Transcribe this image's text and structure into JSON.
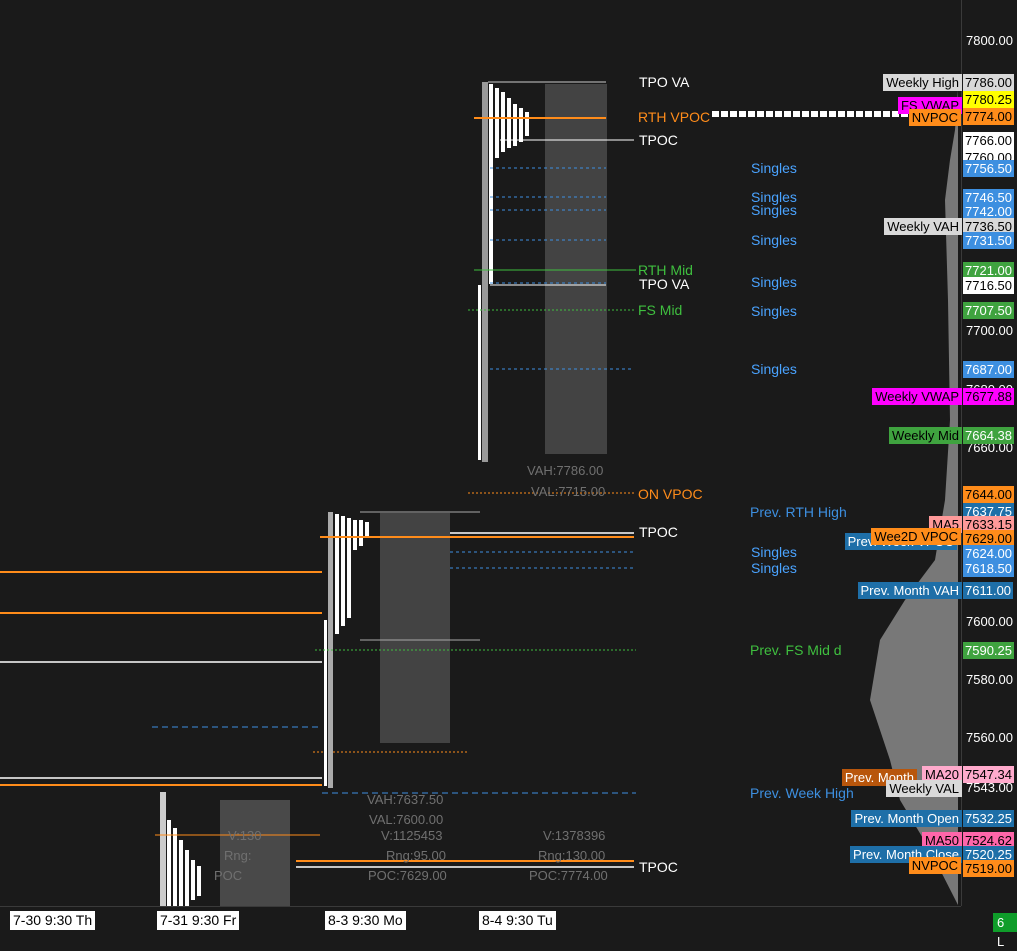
{
  "price_axis": {
    "ticks": [
      "7800.00",
      "7700.00",
      "7680.00",
      "7660.00",
      "7600.00",
      "7580.00",
      "7560.00",
      "7543.00"
    ],
    "tags": [
      {
        "text": "7786.00",
        "bg": "#d9d9d9",
        "fg": "#000000"
      },
      {
        "text": "7780.25",
        "bg": "#ffff00",
        "fg": "#000000"
      },
      {
        "text": "7774.00",
        "bg": "#ff8c1a",
        "fg": "#000000"
      },
      {
        "text": "7766.00",
        "bg": "#ffffff",
        "fg": "#000000"
      },
      {
        "text": "7760.00",
        "bg": "#ffffff",
        "fg": "#000000"
      },
      {
        "text": "7756.50",
        "bg": "#3d8fe0",
        "fg": "#ffffff"
      },
      {
        "text": "7746.50",
        "bg": "#3d8fe0",
        "fg": "#ffffff"
      },
      {
        "text": "7742.00",
        "bg": "#3d8fe0",
        "fg": "#ffffff"
      },
      {
        "text": "7736.50",
        "bg": "#d9d9d9",
        "fg": "#000000"
      },
      {
        "text": "7731.50",
        "bg": "#3d8fe0",
        "fg": "#ffffff"
      },
      {
        "text": "7721.00",
        "bg": "#3fa33f",
        "fg": "#ffffff"
      },
      {
        "text": "7716.50",
        "bg": "#ffffff",
        "fg": "#000000"
      },
      {
        "text": "7707.50",
        "bg": "#3fa33f",
        "fg": "#ffffff"
      },
      {
        "text": "7687.00",
        "bg": "#3d8fe0",
        "fg": "#ffffff"
      },
      {
        "text": "7677.88",
        "bg": "#ff00ff",
        "fg": "#000000"
      },
      {
        "text": "7664.38",
        "bg": "#3fa33f",
        "fg": "#ffffff"
      },
      {
        "text": "7644.00",
        "bg": "#ff8c1a",
        "fg": "#000000"
      },
      {
        "text": "7637.75",
        "bg": "#1e6fa8",
        "fg": "#ffffff"
      },
      {
        "text": "7633.15",
        "bg": "#ff9999",
        "fg": "#000000"
      },
      {
        "text": "7629.00",
        "bg": "#ff8c1a",
        "fg": "#000000"
      },
      {
        "text": "7624.00",
        "bg": "#3d8fe0",
        "fg": "#ffffff"
      },
      {
        "text": "7618.50",
        "bg": "#3d8fe0",
        "fg": "#ffffff"
      },
      {
        "text": "7611.00",
        "bg": "#1e6fa8",
        "fg": "#ffffff"
      },
      {
        "text": "7590.25",
        "bg": "#3fa33f",
        "fg": "#ffffff"
      },
      {
        "text": "7547.34",
        "bg": "#ffaacc",
        "fg": "#000000"
      },
      {
        "text": "7532.25",
        "bg": "#1e6fa8",
        "fg": "#ffffff"
      },
      {
        "text": "7524.62",
        "bg": "#ff66aa",
        "fg": "#000000"
      },
      {
        "text": "7520.25",
        "bg": "#1e6fa8",
        "fg": "#ffffff"
      },
      {
        "text": "7519.00",
        "bg": "#ff8c1a",
        "fg": "#000000"
      }
    ]
  },
  "right_labels": [
    {
      "text": "Weekly High",
      "bg": "#d9d9d9",
      "fg": "#000000"
    },
    {
      "text": "FS VWAP",
      "bg": "#ff00ff",
      "fg": "#000000"
    },
    {
      "text": "NVPOC",
      "bg": "#ff8c1a",
      "fg": "#000000"
    },
    {
      "text": "Weekly VAH",
      "bg": "#d9d9d9",
      "fg": "#000000"
    },
    {
      "text": "Weekly VWAP",
      "bg": "#ff00ff",
      "fg": "#000000"
    },
    {
      "text": "Weekly Mid",
      "bg": "#3fa33f",
      "fg": "#000000"
    },
    {
      "text": "MA5",
      "bg": "#ff9999",
      "fg": "#000000"
    },
    {
      "text": "Prev. Week VPOC",
      "bg": "#1e6fa8",
      "fg": "#ffffff"
    },
    {
      "text": "Wee2D VPOC",
      "bg": "#ff8c1a",
      "fg": "#000000"
    },
    {
      "text": "Prev. Month VAH",
      "bg": "#1e6fa8",
      "fg": "#ffffff"
    },
    {
      "text": "Prev. Month",
      "bg": "#b8560c",
      "fg": "#ffffff"
    },
    {
      "text": "MA20",
      "bg": "#ffaacc",
      "fg": "#000000"
    },
    {
      "text": "Weekly VAL",
      "bg": "#d9d9d9",
      "fg": "#000000"
    },
    {
      "text": "Prev. Month Open",
      "bg": "#1e6fa8",
      "fg": "#ffffff"
    },
    {
      "text": "MA50",
      "bg": "#ff66aa",
      "fg": "#000000"
    },
    {
      "text": "Prev. Month Close",
      "bg": "#1e6fa8",
      "fg": "#ffffff"
    },
    {
      "text": "NVPOC",
      "bg": "#ff8c1a",
      "fg": "#000000"
    }
  ],
  "annotations": [
    {
      "text": "TPO VA",
      "color": "#ffffff"
    },
    {
      "text": "RTH VPOC",
      "color": "#ff8c1a"
    },
    {
      "text": "TPOC",
      "color": "#ffffff"
    },
    {
      "text": "Singles",
      "color": "#4aa3ff"
    },
    {
      "text": "Singles",
      "color": "#4aa3ff"
    },
    {
      "text": "Singles",
      "color": "#4aa3ff"
    },
    {
      "text": "Singles",
      "color": "#4aa3ff"
    },
    {
      "text": "RTH Mid",
      "color": "#3fbf3f"
    },
    {
      "text": "TPO VA",
      "color": "#ffffff"
    },
    {
      "text": "Singles",
      "color": "#4aa3ff"
    },
    {
      "text": "FS Mid",
      "color": "#3fbf3f"
    },
    {
      "text": "Singles",
      "color": "#4aa3ff"
    },
    {
      "text": "Singles",
      "color": "#4aa3ff"
    },
    {
      "text": "ON VPOC",
      "color": "#ff8c1a"
    },
    {
      "text": "Prev. RTH High",
      "color": "#3d8fe0"
    },
    {
      "text": "TPOC",
      "color": "#ffffff"
    },
    {
      "text": "Singles",
      "color": "#4aa3ff"
    },
    {
      "text": "Singles",
      "color": "#4aa3ff"
    },
    {
      "text": "Prev. FS Mid d",
      "color": "#3fbf3f"
    },
    {
      "text": "Prev. Week High",
      "color": "#3d8fe0"
    },
    {
      "text": "TPOC",
      "color": "#ffffff"
    }
  ],
  "stats": [
    "VAH:7786.00",
    "VAL:7715.00",
    "VAH:7637.50",
    "VAL:7600.00",
    "V:1125453",
    "Rng:95.00",
    "POC:7629.00",
    "V:1378396",
    "Rng:130.00",
    "POC:7774.00",
    "V:130",
    "Rng:",
    "POC"
  ],
  "time_axis": {
    "labels": [
      "7-30  9:30 Th",
      "7-31  9:30 Fr",
      "8-3  9:30 Mo",
      "8-4  9:30 Tu"
    ],
    "corner": "6 L"
  }
}
